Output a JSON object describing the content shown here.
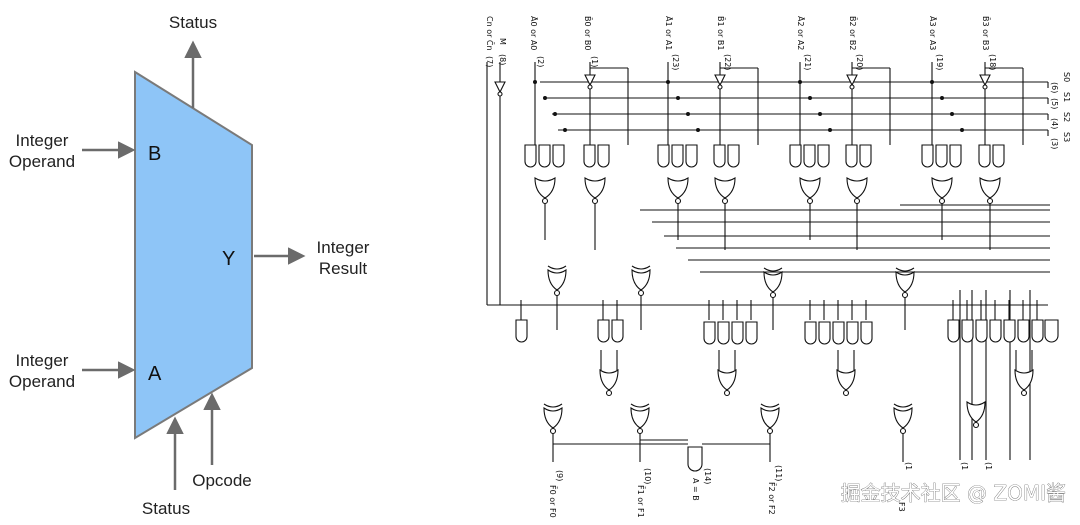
{
  "alu": {
    "status_top": "Status",
    "status_bottom": "Status",
    "opcode": "Opcode",
    "operand_b_line1": "Integer",
    "operand_b_line2": "Operand",
    "operand_a_line1": "Integer",
    "operand_a_line2": "Operand",
    "result_line1": "Integer",
    "result_line2": "Result",
    "port_b": "B",
    "port_a": "A",
    "port_y": "Y",
    "fill_color": "#8ec5f7",
    "stroke_color": "#7a7a7a"
  },
  "schematic": {
    "top_pins": [
      {
        "name": "Cn or C̄n",
        "num": "(7)"
      },
      {
        "name": "M",
        "num": "(8)"
      },
      {
        "name": "Ā0 or A0",
        "num": "(2)"
      },
      {
        "name": "B̄0 or B0",
        "num": "(1)"
      },
      {
        "name": "Ā1 or A1",
        "num": "(23)"
      },
      {
        "name": "B̄1 or B1",
        "num": "(22)"
      },
      {
        "name": "Ā2 or A2",
        "num": "(21)"
      },
      {
        "name": "B̄2 or B2",
        "num": "(20)"
      },
      {
        "name": "Ā3 or A3",
        "num": "(19)"
      },
      {
        "name": "B̄3 or B3",
        "num": "(18)"
      }
    ],
    "select_pins": [
      {
        "name": "S0",
        "num": "(6)"
      },
      {
        "name": "S1",
        "num": "(5)"
      },
      {
        "name": "S2",
        "num": "(4)"
      },
      {
        "name": "S3",
        "num": "(3)"
      }
    ],
    "bottom_pins": [
      {
        "name": "F̄0 or F0",
        "num": "(9)"
      },
      {
        "name": "F̄1 or F1",
        "num": "(10)"
      },
      {
        "name": "A = B",
        "num": "(14)"
      },
      {
        "name": "F̄2 or F2",
        "num": "(11)"
      },
      {
        "name": "F3",
        "num": "(1"
      },
      {
        "name": "",
        "num": "(1"
      },
      {
        "name": "",
        "num": "(1"
      }
    ]
  },
  "watermark": "掘金技术社区 @ ZOMI酱"
}
